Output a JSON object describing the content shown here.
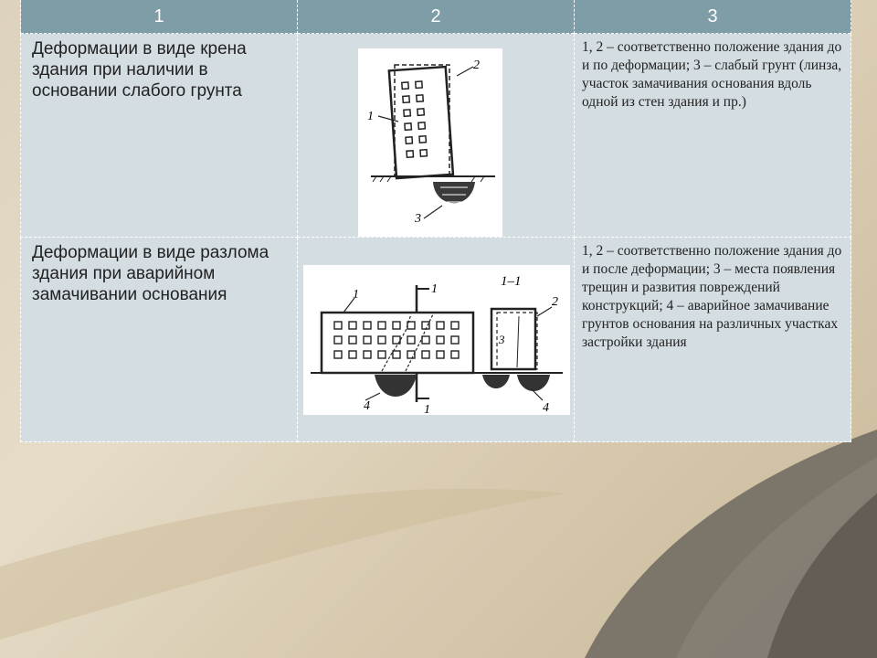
{
  "header": {
    "col1": "1",
    "col2": "2",
    "col3": "3"
  },
  "rows": [
    {
      "description": "Деформации в виде крена здания при наличии в основании слабого грунта",
      "figure_labels": [
        "1",
        "2",
        "3"
      ],
      "note": "1, 2 – соответственно положение здания до и по деформации; 3 – слабый грунт (линза, участок замачивания основания вдоль одной из стен здания и пр.)"
    },
    {
      "description": "Деформации в виде разлома здания при аварийном замачивании основания",
      "figure_labels": [
        "1",
        "1",
        "1",
        "1–1",
        "2",
        "3",
        "4",
        "4"
      ],
      "note": "1, 2 – соответственно положение здания до и после деформации; 3 – места появления трещин и развития повреждений конструкций; 4 – аварийное замачивание грунтов основания на различных участках застройки здания"
    }
  ]
}
